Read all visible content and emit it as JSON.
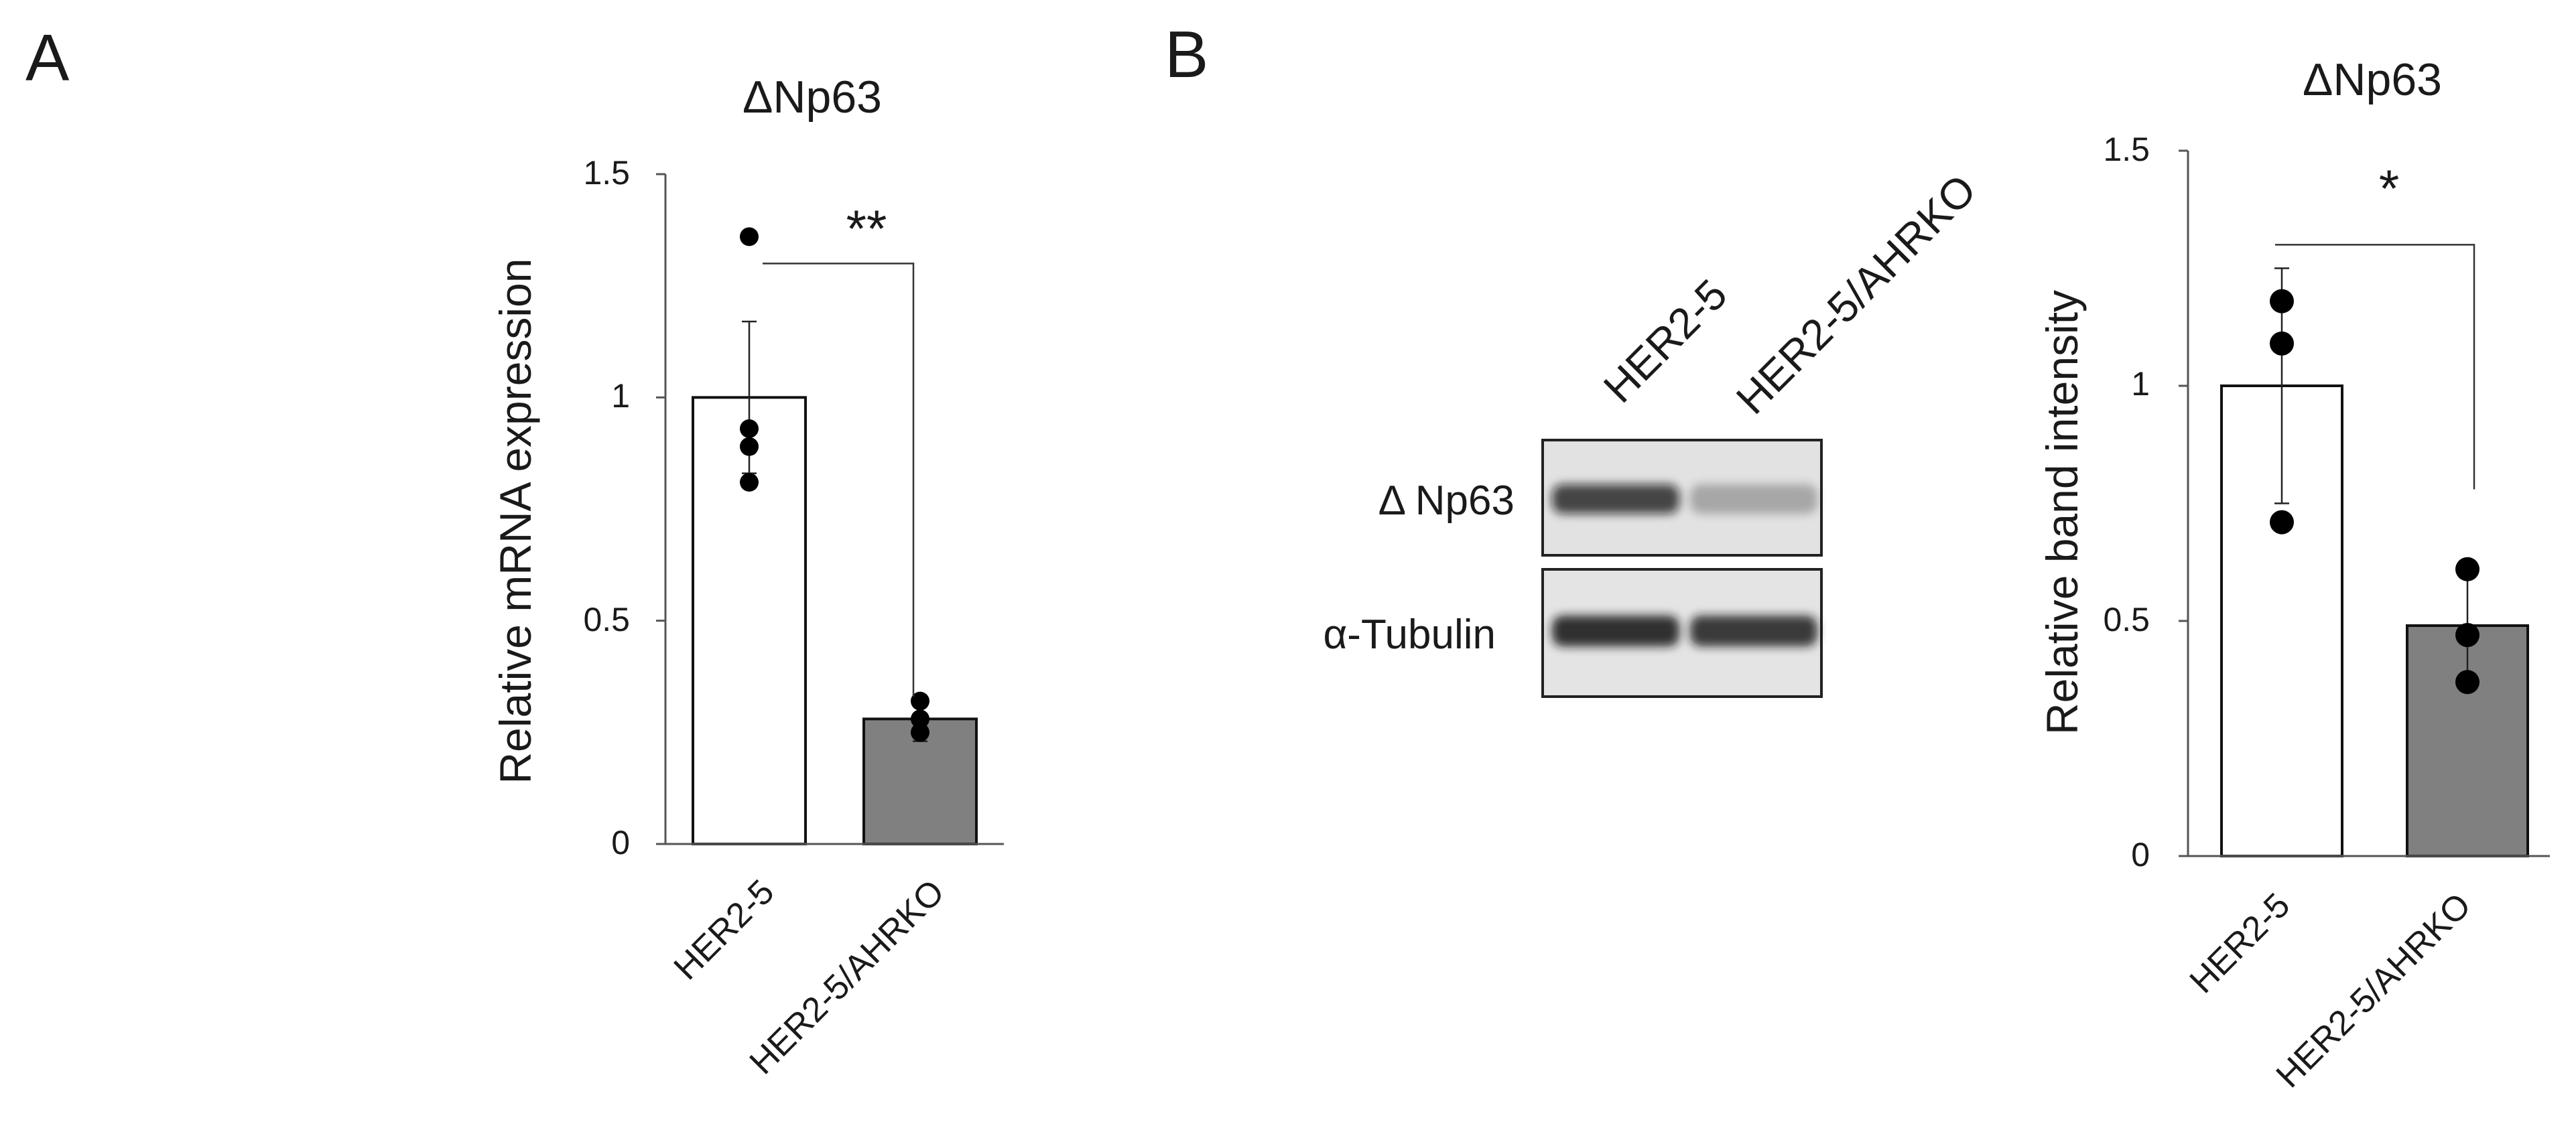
{
  "panels": [
    {
      "letter": "A",
      "chart_data": {
        "type": "bar",
        "title": "ΔNp63",
        "ylabel": "Relative mRNA expression",
        "xlabel": "",
        "categories": [
          "HER2-5",
          "HER2-5/AHRKO"
        ],
        "values": [
          1.0,
          0.28
        ],
        "error": [
          0.17,
          0.05
        ],
        "points": [
          [
            1.36,
            0.93,
            0.89,
            0.81
          ],
          [
            0.32,
            0.28,
            0.25
          ]
        ],
        "bar_colors": [
          "#ffffff",
          "#808080"
        ],
        "ylim": [
          0,
          1.5
        ],
        "yticks": [
          "0",
          "0.5",
          "1",
          "1.5"
        ],
        "significance": "**",
        "grid": false,
        "legend": "none"
      }
    },
    {
      "letter": "B",
      "blot": {
        "lanes": [
          "HER2-5",
          "HER2-5/AHRKO"
        ],
        "rows": [
          "Δ Np63",
          "α-Tubulin"
        ],
        "band_intensity": [
          [
            0.85,
            0.3
          ],
          [
            1.0,
            0.95
          ]
        ]
      },
      "chart_data": {
        "type": "bar",
        "title": "ΔNp63",
        "ylabel": "Relative band intensity",
        "xlabel": "",
        "categories": [
          "HER2-5",
          "HER2-5/AHRKO"
        ],
        "values": [
          1.0,
          0.49
        ],
        "error": [
          0.25,
          0.12
        ],
        "points": [
          [
            1.18,
            1.09,
            0.71
          ],
          [
            0.61,
            0.47,
            0.37
          ]
        ],
        "bar_colors": [
          "#ffffff",
          "#808080"
        ],
        "ylim": [
          0,
          1.5
        ],
        "yticks": [
          "0",
          "0.5",
          "1",
          "1.5"
        ],
        "significance": "*",
        "grid": false,
        "legend": "none"
      }
    }
  ]
}
